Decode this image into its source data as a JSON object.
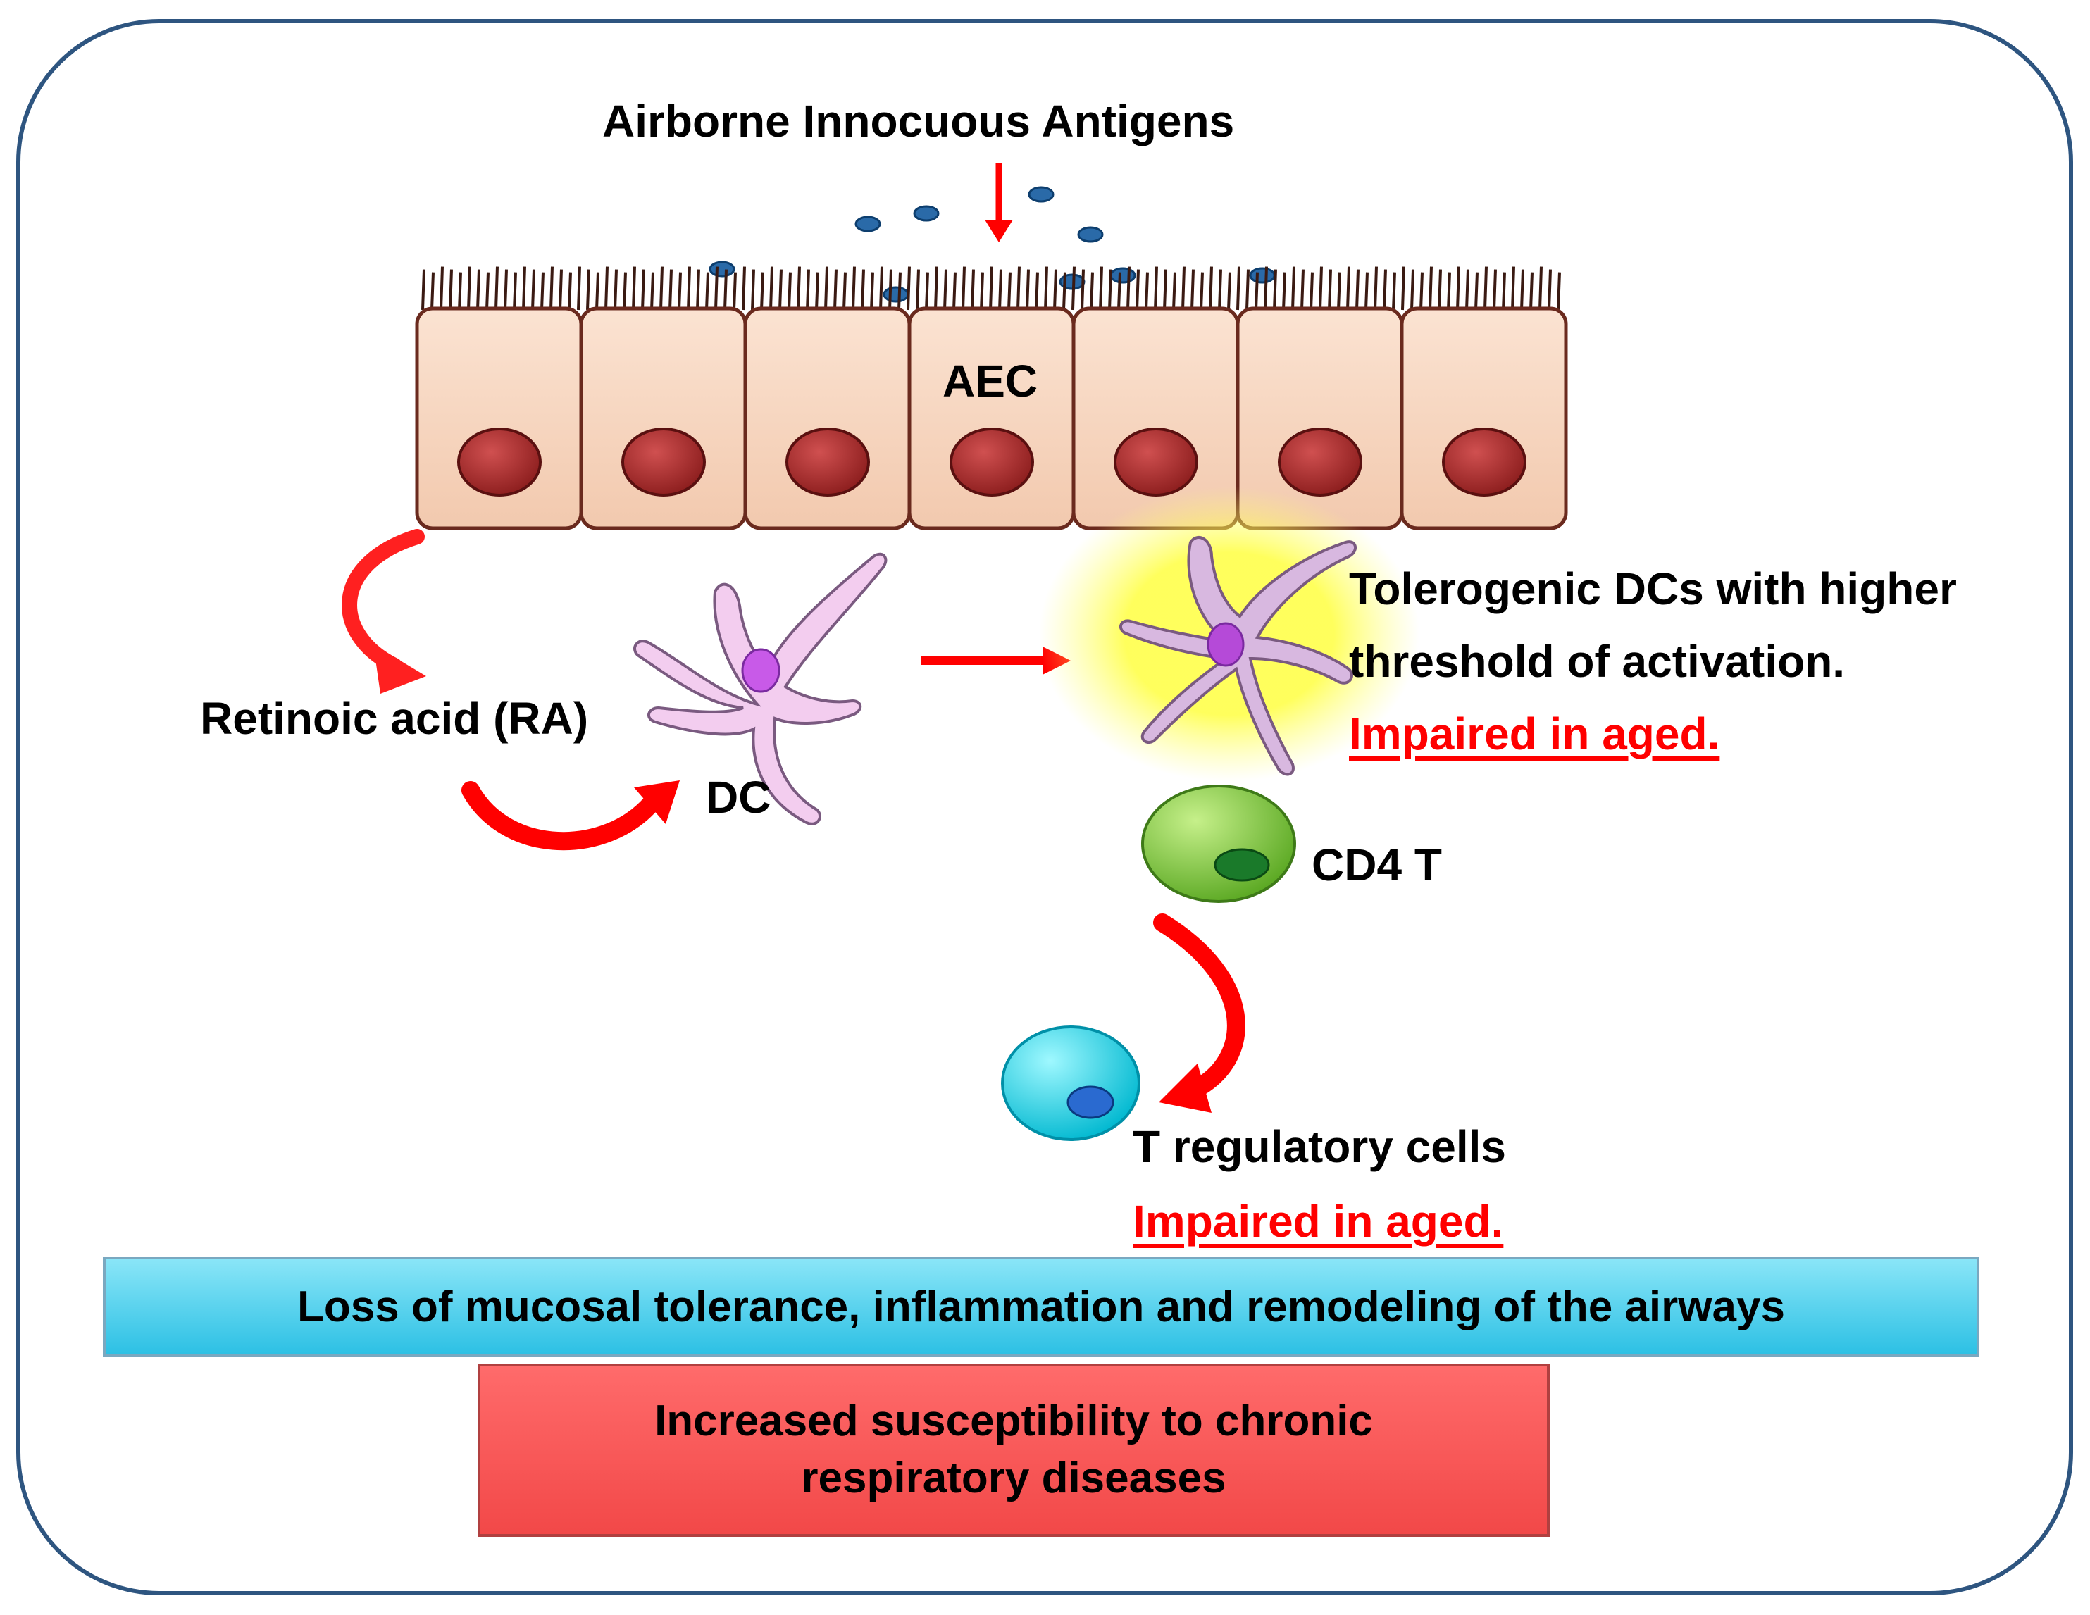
{
  "antigens": {
    "label": "Airborne Innocuous Antigens"
  },
  "epithelium": {
    "label": "AEC"
  },
  "retinoic_acid": {
    "label": "Retinoic acid (RA)"
  },
  "dc": {
    "label": "DC"
  },
  "tolerogenic": {
    "line1": "Tolerogenic DCs with higher",
    "line2": "threshold of activation.",
    "impaired": "Impaired in aged."
  },
  "cd4": {
    "label": "CD4 T"
  },
  "treg": {
    "label": "T regulatory cells",
    "impaired": "Impaired in aged."
  },
  "outcome": {
    "label": "Loss of mucosal tolerance, inflammation and remodeling of the airways"
  },
  "consequence": {
    "line1": "Increased susceptibility to chronic",
    "line2": "respiratory diseases"
  },
  "colors": {
    "frame": "#2e5580",
    "arrow": "#ff0000",
    "cell_body": "#f8d9c4",
    "nucleus": "#a02828",
    "dc_body": "#f2c8ee",
    "cd4_cell": "#7fd13b",
    "treg_cell": "#00e0f0",
    "outcome_box": "#4fd0ee",
    "consequence_box": "#ff5555"
  }
}
